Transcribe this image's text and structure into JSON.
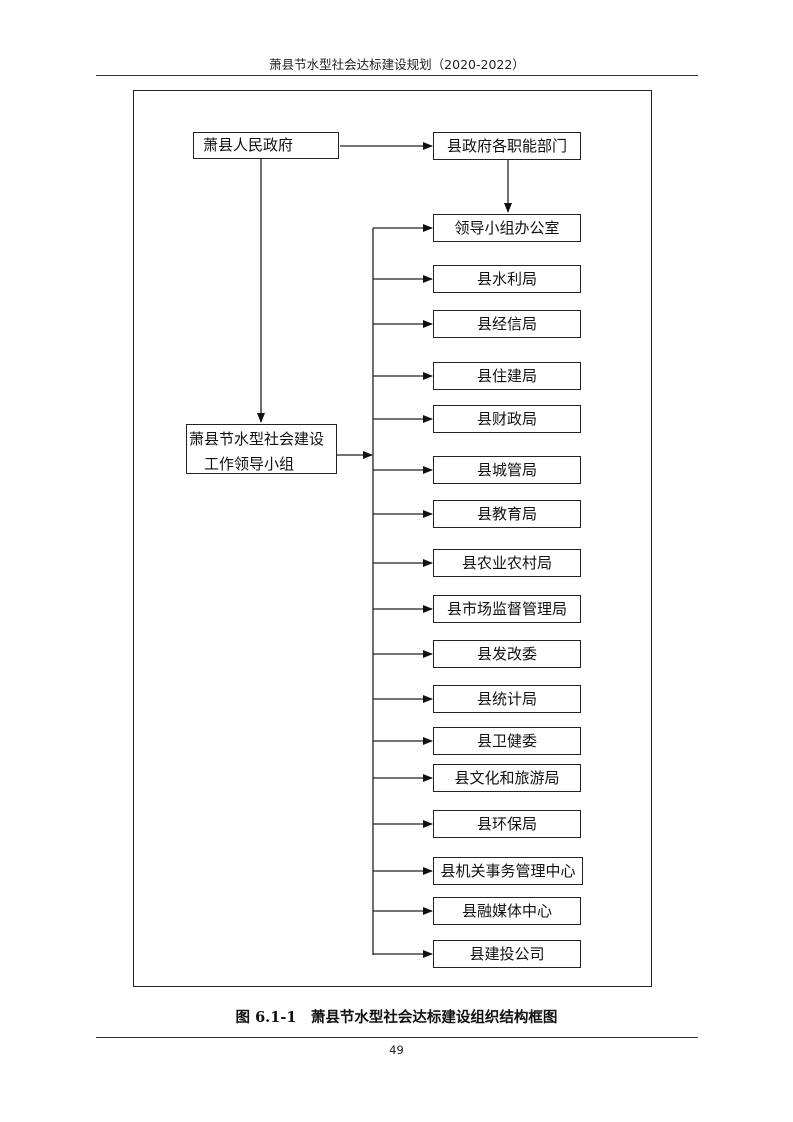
{
  "header": {
    "title": "萧县节水型社会达标建设规划（2020-2022）"
  },
  "chart": {
    "top_government": "萧县人民政府",
    "departments_box": "县政府各职能部门",
    "group_line1": "萧县节水型社会建设",
    "group_line2": "工作领导小组",
    "units": [
      "领导小组办公室",
      "县水利局",
      "县经信局",
      "县住建局",
      "县财政局",
      "县城管局",
      "县教育局",
      "县农业农村局",
      "县市场监督管理局",
      "县发改委",
      "县统计局",
      "县卫健委",
      "县文化和旅游局",
      "县环保局",
      "县机关事务管理中心",
      "县融媒体中心",
      "县建投公司"
    ]
  },
  "caption": "图 6.1-1　萧县节水型社会达标建设组织结构框图",
  "page_number": "49"
}
